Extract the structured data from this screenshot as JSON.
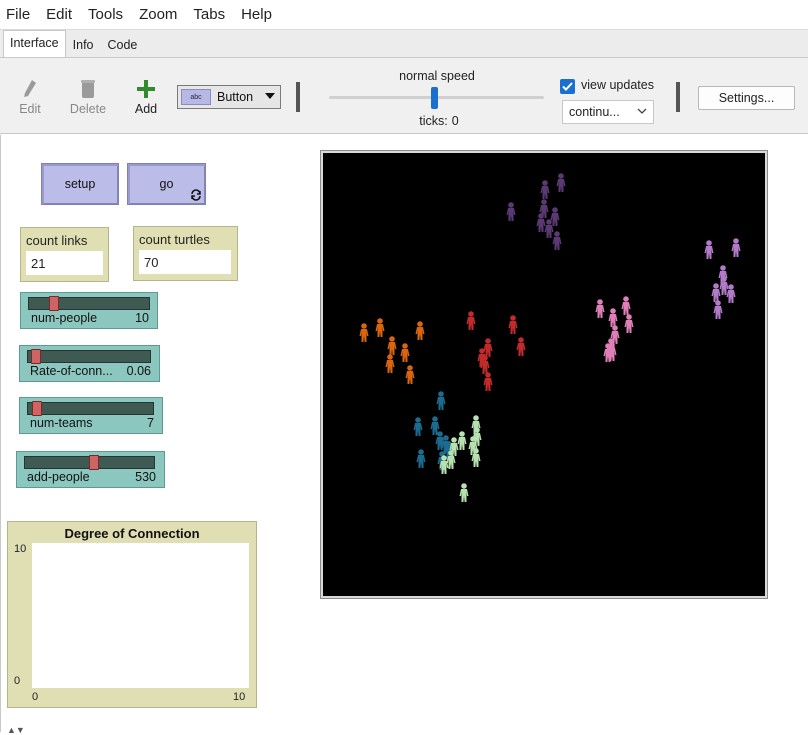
{
  "menubar": [
    "File",
    "Edit",
    "Tools",
    "Zoom",
    "Tabs",
    "Help"
  ],
  "tabs": [
    "Interface",
    "Info",
    "Code"
  ],
  "toolbar": {
    "edit_label": "Edit",
    "delete_label": "Delete",
    "add_label": "Add",
    "widget_select": "Button",
    "widget_icon_text": "abc",
    "speed_label": "normal speed",
    "speed_value": 0.5,
    "ticks_label": "ticks:",
    "ticks_value": "0",
    "view_updates_label": "view updates",
    "view_updates_checked": true,
    "update_mode": "continu...",
    "settings_label": "Settings..."
  },
  "buttons": {
    "setup": "setup",
    "go": "go"
  },
  "monitors": [
    {
      "label": "count links",
      "value": "21"
    },
    {
      "label": "count turtles",
      "value": "70"
    }
  ],
  "sliders": [
    {
      "label": "num-people",
      "value": "10",
      "fraction": 0.18
    },
    {
      "label": "Rate-of-conn...",
      "value": "0.06",
      "fraction": 0.03
    },
    {
      "label": "num-teams",
      "value": "7",
      "fraction": 0.03
    },
    {
      "label": "add-people",
      "value": "530",
      "fraction": 0.53
    }
  ],
  "plot": {
    "title": "Degree of Connection",
    "y_max": "10",
    "y_min": "0",
    "x_min": "0",
    "x_max": "10"
  },
  "world": {
    "background": "#000000",
    "team_colors": [
      "#5b3a74",
      "#b27ac9",
      "#e07fb7",
      "#c12b2b",
      "#d9660f",
      "#1b6c8f",
      "#b7e1b0"
    ]
  }
}
